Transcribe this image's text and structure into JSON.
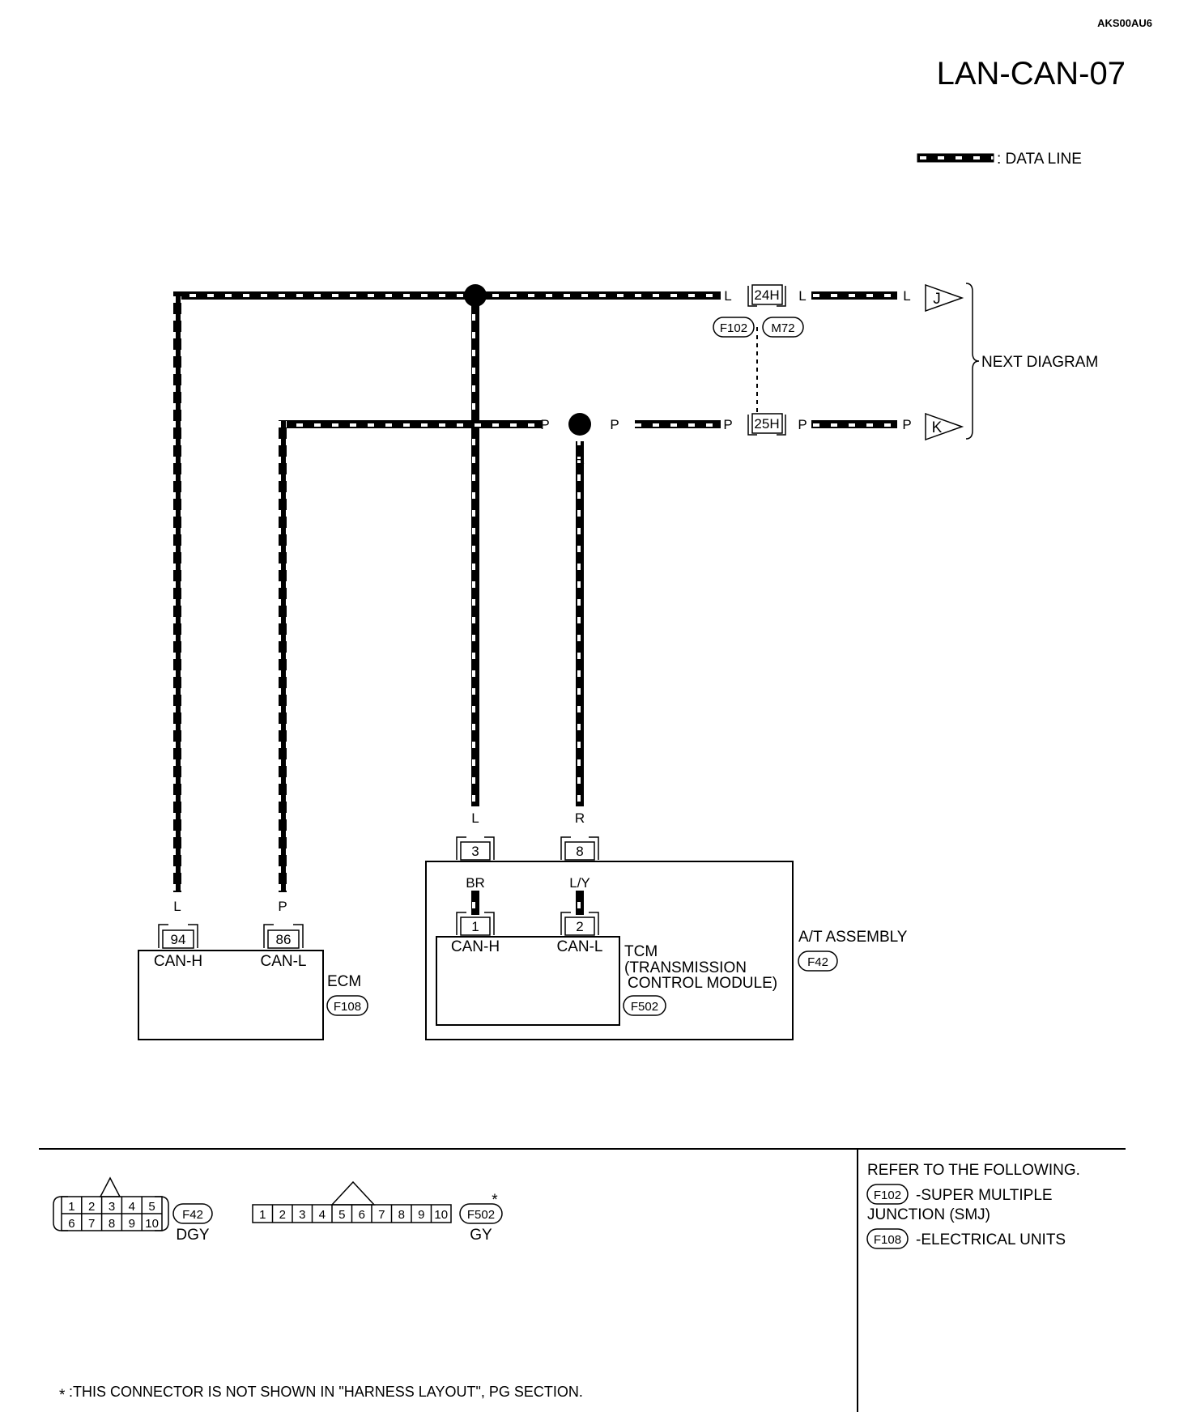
{
  "doc_id": "AKS00AU6",
  "page_title": "LAN-CAN-07",
  "legend": {
    "label": ": DATA LINE"
  },
  "next_diagram": "NEXT DIAGRAM",
  "junction": {
    "pin_upper": "24H",
    "pin_lower": "25H",
    "connector_left": "F102",
    "connector_right": "M72"
  },
  "arrows": {
    "upper": "J",
    "lower": "K"
  },
  "wire_colors": {
    "L": "L",
    "P": "P",
    "R": "R",
    "BR": "BR",
    "LY": "L/Y"
  },
  "ecm": {
    "name": "ECM",
    "connector": "F108",
    "pin_can_h": "94",
    "pin_can_l": "86",
    "label_can_h": "CAN-H",
    "label_can_l": "CAN-L"
  },
  "at_assembly": {
    "name": "A/T ASSEMBLY",
    "connector": "F42",
    "pin_can_h": "3",
    "pin_can_l": "8"
  },
  "tcm": {
    "line1": "TCM",
    "line2": "(TRANSMISSION",
    "line3": "CONTROL MODULE)",
    "connector": "F502",
    "pin_can_h": "1",
    "pin_can_l": "2",
    "label_can_h": "CAN-H",
    "label_can_l": "CAN-L"
  },
  "connector_views": {
    "f42": {
      "id": "F42",
      "color": "DGY",
      "pins_top": [
        "1",
        "2",
        "3",
        "4",
        "5"
      ],
      "pins_bottom": [
        "6",
        "7",
        "8",
        "9",
        "10"
      ]
    },
    "f502": {
      "id": "F502",
      "color": "GY",
      "mark": "*",
      "pins": [
        "1",
        "2",
        "3",
        "4",
        "5",
        "6",
        "7",
        "8",
        "9",
        "10"
      ]
    }
  },
  "refer": {
    "heading": "REFER TO THE FOLLOWING.",
    "item1_code": "F102",
    "item1_line1": "-SUPER MULTIPLE",
    "item1_line2": "JUNCTION (SMJ)",
    "item2_code": "F108",
    "item2_text": "-ELECTRICAL UNITS"
  },
  "footnote_star": "*",
  "footnote": ":THIS CONNECTOR IS NOT SHOWN IN \"HARNESS LAYOUT\", PG SECTION."
}
